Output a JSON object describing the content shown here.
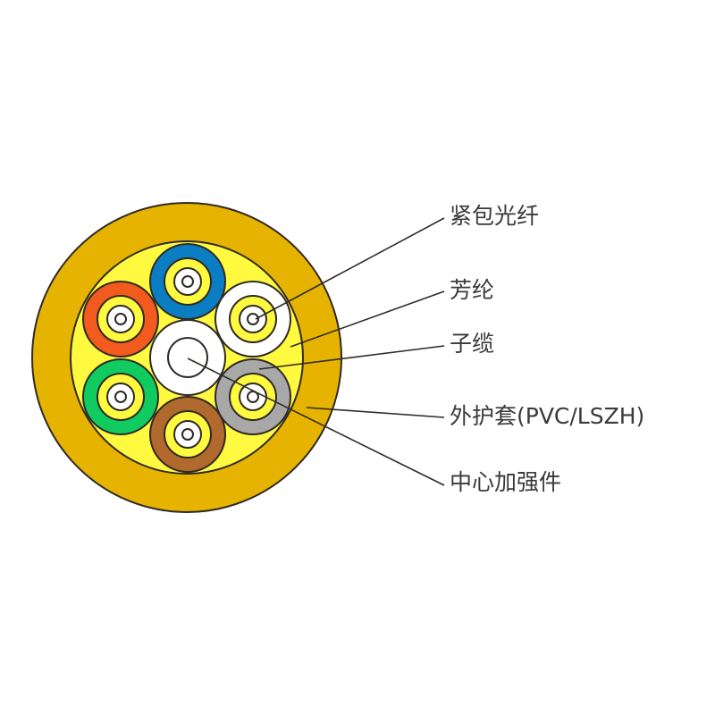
{
  "labels": {
    "tight_buffer_fiber": "紧包光纤",
    "aramid": "芳纶",
    "subunit_cable": "子缆",
    "outer_jacket": "外护套(PVC/LSZH)",
    "central_strength_member": "中心加强件"
  },
  "colors": {
    "jacket": "#e6b400",
    "filler": "#fff93f",
    "outline": "#2e2a26",
    "subunits": [
      "#0b7dc2",
      "#ffffff",
      "#a8a8a8",
      "#b2692e",
      "#10cc60",
      "#f25a1e"
    ]
  }
}
